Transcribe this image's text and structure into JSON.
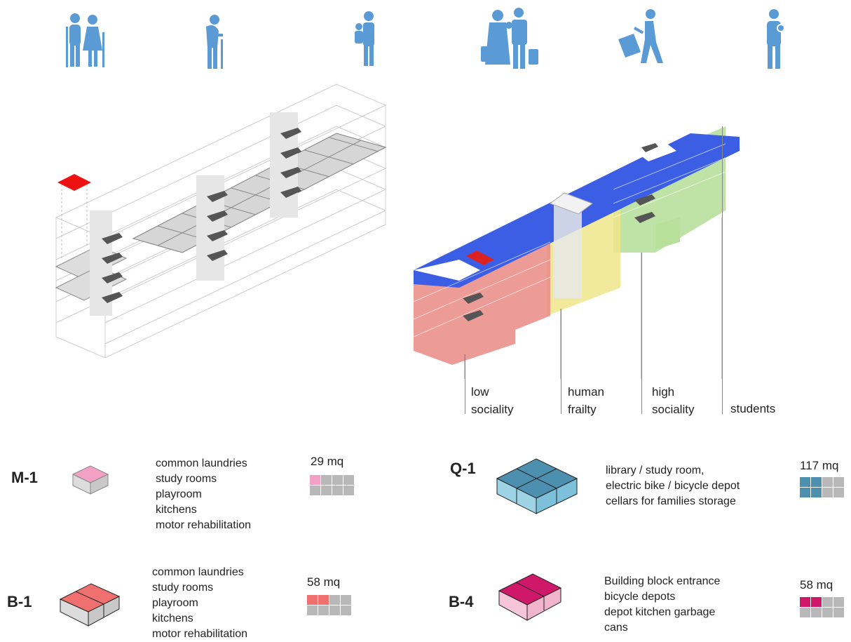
{
  "colors": {
    "icon": "#5b9bd5",
    "zone_low_sociality": "#e8807a",
    "zone_human_frailty": "#e8e07a",
    "zone_high_sociality": "#a9d98a",
    "roof": "#3a5ee8",
    "m1": "#f2a0c4",
    "q1": "#4d8fae",
    "b1": "#f07070",
    "b4": "#d0186a",
    "grid_empty": "#b8b8b8"
  },
  "personas": [
    {
      "icon": "elderly-couple-icon"
    },
    {
      "icon": "elderly-person-cane-icon"
    },
    {
      "icon": "parent-carrying-child-icon"
    },
    {
      "icon": "family-with-luggage-icon"
    },
    {
      "icon": "traveler-with-suitcase-icon"
    },
    {
      "icon": "parent-holding-baby-icon"
    }
  ],
  "zones": [
    {
      "label_line1": "low",
      "label_line2": "sociality"
    },
    {
      "label_line1": "human",
      "label_line2": "frailty"
    },
    {
      "label_line1": "high",
      "label_line2": "sociality"
    },
    {
      "label_line1": "students",
      "label_line2": ""
    }
  ],
  "modules": {
    "m1": {
      "code": "M-1",
      "area": "29 mq",
      "uses": [
        "common laundries",
        "study rooms",
        "playroom",
        "kitchens",
        "motor rehabilitation"
      ],
      "filled_cells": 1
    },
    "q1": {
      "code": "Q-1",
      "area": "117 mq",
      "uses": [
        "library / study room,",
        "electric bike / bicycle depot",
        "cellars for families storage"
      ],
      "filled_cells": 4
    },
    "b1": {
      "code": "B-1",
      "area": "58 mq",
      "uses": [
        "common laundries",
        "study rooms",
        "playroom",
        "kitchens",
        "motor rehabilitation"
      ],
      "filled_cells": 2
    },
    "b4": {
      "code": "B-4",
      "area": "58 mq",
      "uses": [
        "Building block entrance",
        "bicycle depots",
        "depot kitchen garbage",
        "cans"
      ],
      "filled_cells": 2
    }
  }
}
